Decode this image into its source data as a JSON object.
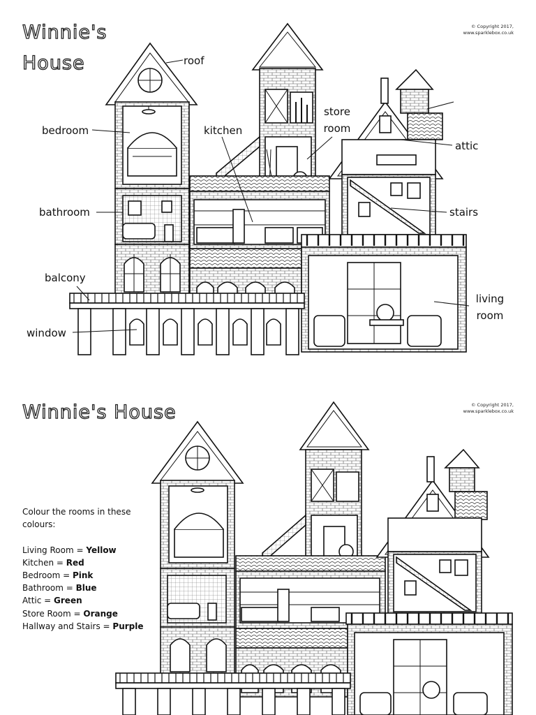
{
  "top_sheet": {
    "title_line1": "Winnie's",
    "title_line2": "House",
    "copyright_line1": "© Copyright 2017,",
    "copyright_line2": "www.sparklebox.co.uk",
    "labels": {
      "roof": "roof",
      "bedroom": "bedroom",
      "kitchen": "kitchen",
      "store_line1": "store",
      "store_line2": "room",
      "attic": "attic",
      "bathroom": "bathroom",
      "stairs": "stairs",
      "balcony": "balcony",
      "living_line1": "living",
      "living_line2": "room",
      "window": "window"
    }
  },
  "bottom_sheet": {
    "title": "Winnie's House",
    "copyright_line1": "© Copyright 2017,",
    "copyright_line2": "www.sparklebox.co.uk",
    "intro_line1": "Colour the rooms in these",
    "intro_line2": "colours:",
    "colour_key": [
      {
        "room": "Living Room = ",
        "colour": "Yellow"
      },
      {
        "room": "Kitchen = ",
        "colour": "Red"
      },
      {
        "room": "Bedroom = ",
        "colour": "Pink"
      },
      {
        "room": "Bathroom = ",
        "colour": "Blue"
      },
      {
        "room": "Attic = ",
        "colour": "Green"
      },
      {
        "room": "Store Room = ",
        "colour": "Orange"
      },
      {
        "room": "Hallway and Stairs = ",
        "colour": "Purple"
      }
    ]
  }
}
